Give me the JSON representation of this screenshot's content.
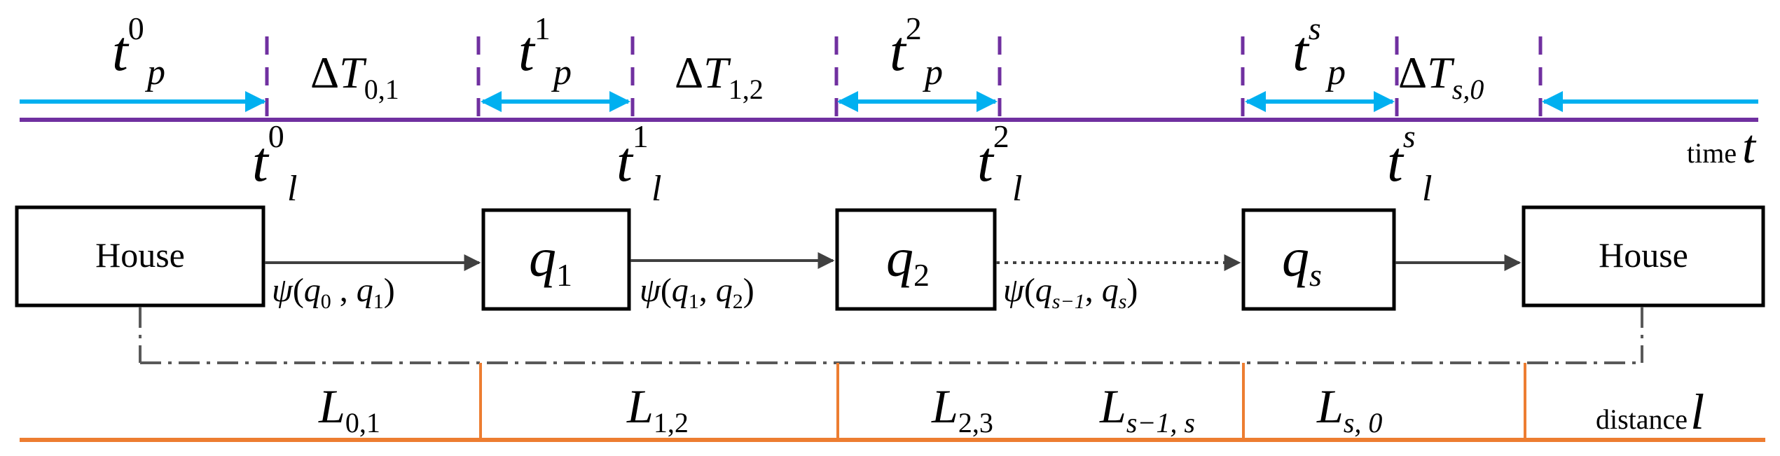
{
  "colors": {
    "timeline": "#7030A0",
    "distance_line": "#ED7D31",
    "arrow_blue": "#00B0F0",
    "box_stroke": "#000000",
    "flow_arrow": "#404040",
    "dashdot": "#595959",
    "text": "#000000"
  },
  "axes": {
    "time": {
      "word": "time",
      "symbol": "t"
    },
    "distance": {
      "word": "distance",
      "symbol": "l"
    }
  },
  "boxes": {
    "house_start": "House",
    "q1": {
      "base": "q",
      "sub": "1"
    },
    "q2": {
      "base": "q",
      "sub": "2"
    },
    "qs": {
      "base": "q",
      "sub": "s"
    },
    "house_end": "House"
  },
  "time_labels": {
    "tp0": {
      "base": "t",
      "sup": "0",
      "sub": "p"
    },
    "tp1": {
      "base": "t",
      "sup": "1",
      "sub": "p"
    },
    "tp2": {
      "base": "t",
      "sup": "2",
      "sub": "p"
    },
    "tps": {
      "base": "t",
      "sup": "s",
      "sub": "p"
    },
    "dT01": {
      "delta": "Δ",
      "base": "T",
      "sub": "0,1"
    },
    "dT12": {
      "delta": "Δ",
      "base": "T",
      "sub": "1,2"
    },
    "dTs0": {
      "delta": "Δ",
      "base": "T",
      "sub": "s,0"
    }
  },
  "instant_labels": {
    "tl0": {
      "base": "t",
      "sup": "0",
      "sub": "l"
    },
    "tl1": {
      "base": "t",
      "sup": "1",
      "sub": "l"
    },
    "tl2": {
      "base": "t",
      "sup": "2",
      "sub": "l"
    },
    "tls": {
      "base": "t",
      "sup": "s",
      "sub": "l"
    }
  },
  "psi_labels": {
    "psi01": {
      "fn": "ψ",
      "open": "(",
      "a": "q",
      "a_sub": "0",
      "comma": " , ",
      "b": "q",
      "b_sub": "1",
      "close": ")"
    },
    "psi12": {
      "fn": "ψ",
      "open": "(",
      "a": "q",
      "a_sub": "1",
      "comma": ", ",
      "b": "q",
      "b_sub": "2",
      "close": ")"
    },
    "psis": {
      "fn": "ψ",
      "open": "(",
      "a": "q",
      "a_sub": "s−1",
      "comma": ", ",
      "b": "q",
      "b_sub": "s",
      "close": ")"
    }
  },
  "distance_labels": {
    "L01": {
      "base": "L",
      "sub": "0,1"
    },
    "L12": {
      "base": "L",
      "sub": "1,2"
    },
    "L23": {
      "base": "L",
      "sub": "2,3"
    },
    "Ls1s": {
      "base": "L",
      "sub": "s−1, s"
    },
    "Ls0": {
      "base": "L",
      "sub": "s, 0"
    }
  }
}
